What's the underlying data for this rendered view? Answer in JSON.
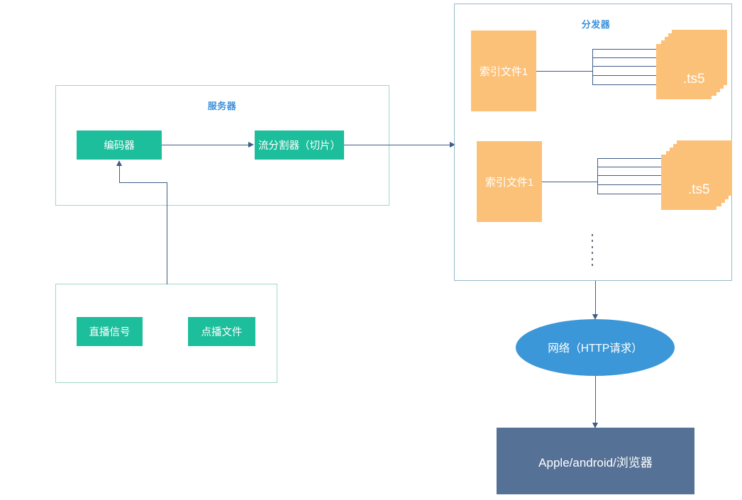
{
  "diagram": {
    "title_server": "服务器",
    "title_distributor": "分发器"
  },
  "server": {
    "encoder_label": "编码器",
    "splitter_label": "流分割器（切片）"
  },
  "sources": {
    "live_label": "直播信号",
    "vod_label": "点播文件"
  },
  "distributor": {
    "rows": [
      {
        "index_label": "索引文件1",
        "ts_label": ".ts5"
      },
      {
        "index_label": "索引文件1",
        "ts_label": ".ts5"
      }
    ],
    "more_indicator": "⋮"
  },
  "network": {
    "label": "网络（HTTP请求）"
  },
  "clients": {
    "label": "Apple/android/浏览器"
  },
  "colors": {
    "teal": "#1dbe9c",
    "orange": "#fcc178",
    "blue": "#3b97d8",
    "slate": "#557196",
    "title_blue": "#3c90d9",
    "connector": "#3f5d87",
    "border_teal": "#9ed7c8",
    "border_blue": "#95bacd"
  }
}
